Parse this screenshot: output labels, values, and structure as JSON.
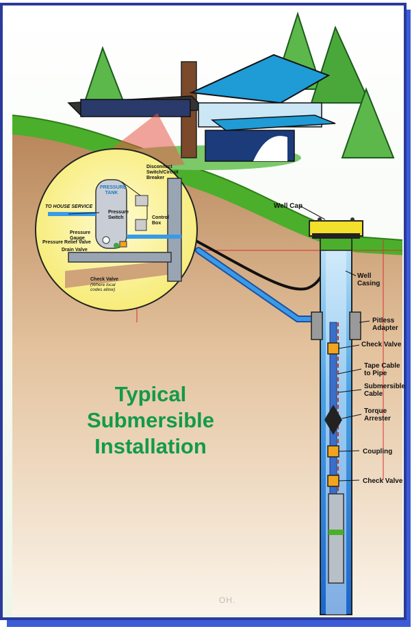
{
  "title_lines": [
    "Typical",
    "Submersible",
    "Installation"
  ],
  "inset": {
    "pressure_tank": "PRESSURE TANK",
    "disconnect": "Disconnect Switch/Circuit Breaker",
    "to_house": "TO HOUSE SERVICE",
    "pressure_switch": "Pressure Switch",
    "control_box": "Control Box",
    "pressure_gauge": "Pressure Gauge",
    "relief_valve": "Pressure Relief Valve",
    "drain_valve": "Drain Valve",
    "check_valve": "Check Valve",
    "check_valve_note": "(Where local codes allow)"
  },
  "well": {
    "well_cap": "Well Cap",
    "well_casing": "Well Casing",
    "pitless_adapter": "Pitless Adapter",
    "check_valve_upper": "Check Valve",
    "tape_cable": "Tape Cable to Pipe",
    "submersible_cable": "Submersible Cable",
    "torque_arrester": "Torque Arrester",
    "coupling": "Coupling",
    "check_valve_lower": "Check Valve"
  },
  "watermark": "OH.",
  "colors": {
    "border": "#2b3a9b",
    "grass": "#4caf2b",
    "soil": "#d9b48c",
    "water": "#2a7fd6",
    "inset": "#fbf3a0",
    "title": "#139a4a"
  }
}
